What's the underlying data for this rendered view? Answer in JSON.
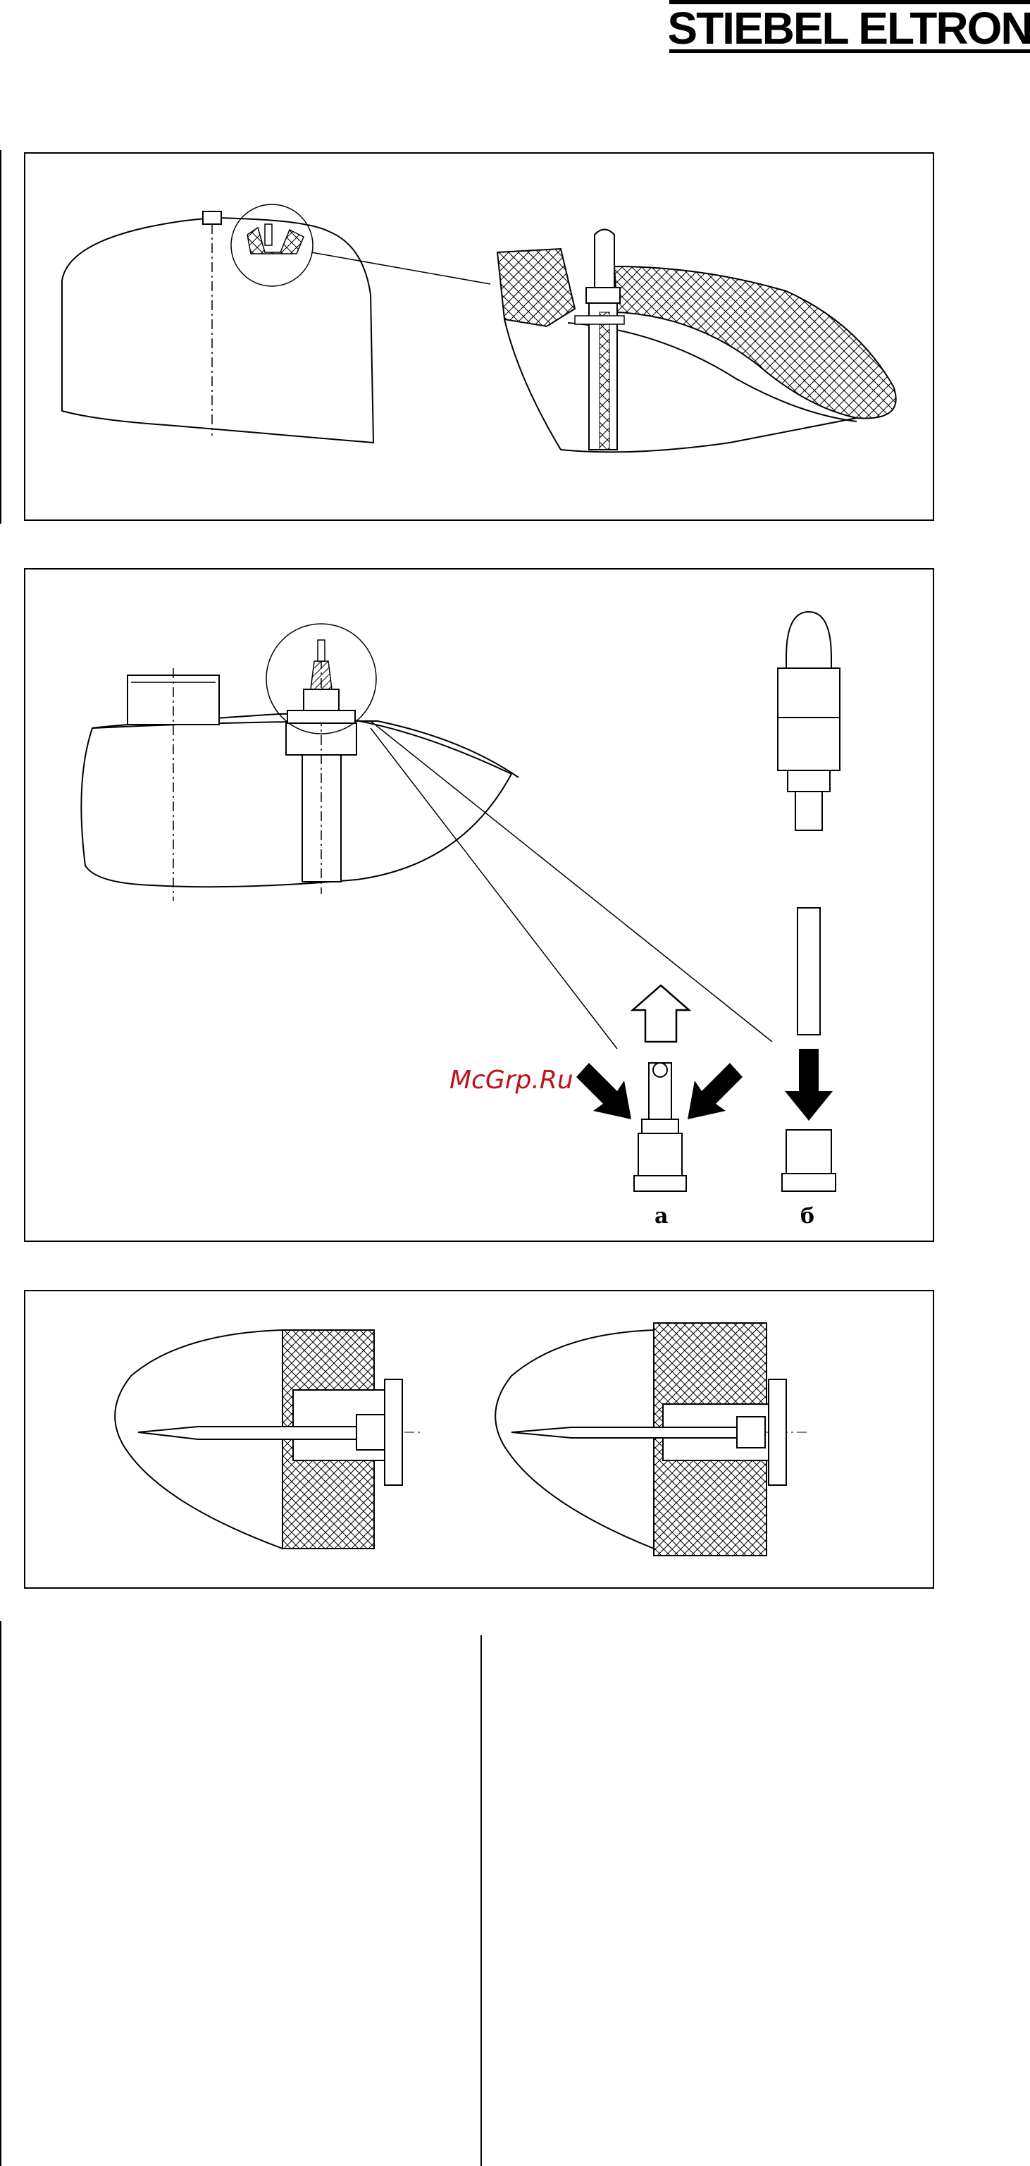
{
  "brand": {
    "name": "STIEBEL ELTRON"
  },
  "figure2": {
    "label_a": "a",
    "label_b": "б"
  },
  "watermark": "McGrp.Ru"
}
